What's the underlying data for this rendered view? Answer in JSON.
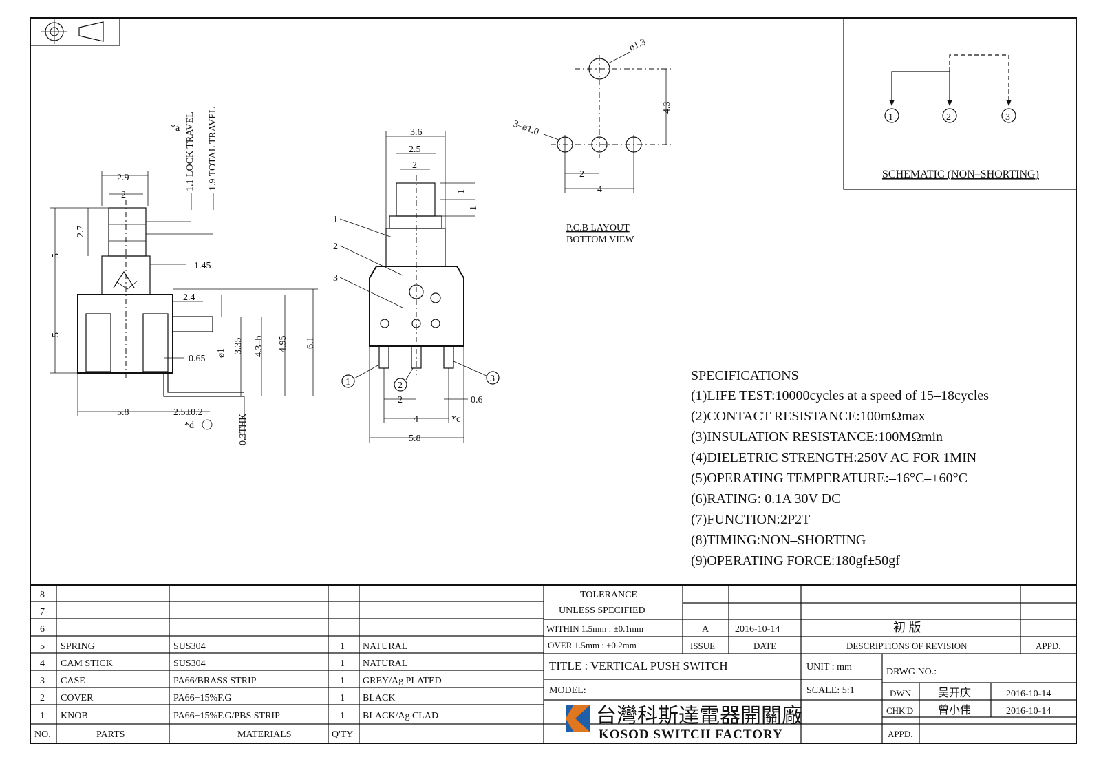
{
  "dims": {
    "side": {
      "w29": "2.9",
      "w2": "2",
      "h27": "2.7",
      "h5top": "5",
      "h5bot": "5",
      "d145": "1.45",
      "d24": "2.4",
      "d065": "0.65",
      "d1": "ø1",
      "d335": "3.35",
      "d43b": "4.3–b",
      "d495": "4.95",
      "d61": "6.1",
      "d58": "5.8",
      "d25": "2.5±0.2",
      "d03": "0.3THK",
      "star_d": "*d",
      "lock": "1.1 LOCK TRAVEL",
      "total": "1.9 TOTAL TRAVEL",
      "star_a": "*a"
    },
    "front": {
      "d36": "3.6",
      "d25": "2.5",
      "d2": "2",
      "d1a": "1",
      "d1b": "1",
      "d2b": "2",
      "d06": "0.6",
      "d4": "4",
      "d58": "5.8",
      "star_c": "*c",
      "lead1": "1",
      "lead2": "2",
      "lead3": "3",
      "pin1": "1",
      "pin2": "2",
      "pin3": "3"
    },
    "pcb": {
      "d13": "ø1.3",
      "d43": "4.3",
      "holes": "3–ø1.0",
      "d2": "2",
      "d4": "4",
      "title1": "P.C.B LAYOUT",
      "title2": "BOTTOM VIEW"
    }
  },
  "schematic": {
    "label": "SCHEMATIC (NON–SHORTING)",
    "pins": [
      "1",
      "2",
      "3"
    ]
  },
  "specifications": {
    "heading": "SPECIFICATIONS",
    "items": [
      "(1)LIFE TEST:10000cycles at a speed of 15–18cycles",
      "(2)CONTACT RESISTANCE:100mΩmax",
      "(3)INSULATION RESISTANCE:100MΩmin",
      "(4)DIELETRIC STRENGTH:250V AC FOR 1MIN",
      "(5)OPERATING TEMPERATURE:–16°C–+60°C",
      "(6)RATING: 0.1A 30V DC",
      "(7)FUNCTION:2P2T",
      "(8)TIMING:NON–SHORTING",
      "(9)OPERATING FORCE:180gf±50gf"
    ]
  },
  "bom": {
    "headers": {
      "no": "NO.",
      "parts": "PARTS",
      "materials": "MATERIALS",
      "qty": "Q'TY"
    },
    "empty_rows": [
      "8",
      "7",
      "6"
    ],
    "rows": [
      {
        "no": "5",
        "part": "SPRING",
        "material": "SUS304",
        "qty": "1",
        "finish": "NATURAL"
      },
      {
        "no": "4",
        "part": "CAM STICK",
        "material": "SUS304",
        "qty": "1",
        "finish": "NATURAL"
      },
      {
        "no": "3",
        "part": "CASE",
        "material": "PA66/BRASS STRIP",
        "qty": "1",
        "finish": "GREY/Ag PLATED"
      },
      {
        "no": "2",
        "part": "COVER",
        "material": "PA66+15%F.G",
        "qty": "1",
        "finish": "BLACK"
      },
      {
        "no": "1",
        "part": "KNOB",
        "material": "PA66+15%F.G/PBS STRIP",
        "qty": "1",
        "finish": "BLACK/Ag CLAD"
      }
    ]
  },
  "title_block": {
    "tolerance1": "TOLERANCE",
    "tolerance2": "UNLESS SPECIFIED",
    "within": "WITHIN 1.5mm : ±0.1mm",
    "over": "OVER 1.5mm : ±0.2mm",
    "issue_val": "A",
    "date_val": "2016-10-14",
    "desc_val": "初 版",
    "issue_label": "ISSUE",
    "date_label": "DATE",
    "desc_label": "DESCRIPTIONS OF REVISION",
    "appd_label": "APPD.",
    "title": "TITLE : VERTICAL PUSH SWITCH",
    "unit": "UNIT : mm",
    "drwg": "DRWG NO.:",
    "model": "MODEL:",
    "scale": "SCALE: 5:1",
    "dwn": "DWN.",
    "dwn_name": "吴开庆",
    "dwn_date": "2016-10-14",
    "chkd": "CHK'D",
    "chkd_name": "曾小伟",
    "chkd_date": "2016-10-14",
    "appd2": "APPD.",
    "company_cn": "台灣科斯達電器開關廠",
    "company_en": "KOSOD SWITCH FACTORY"
  },
  "colors": {
    "logo_blue": "#1f5fa8",
    "logo_orange": "#e0761e"
  }
}
